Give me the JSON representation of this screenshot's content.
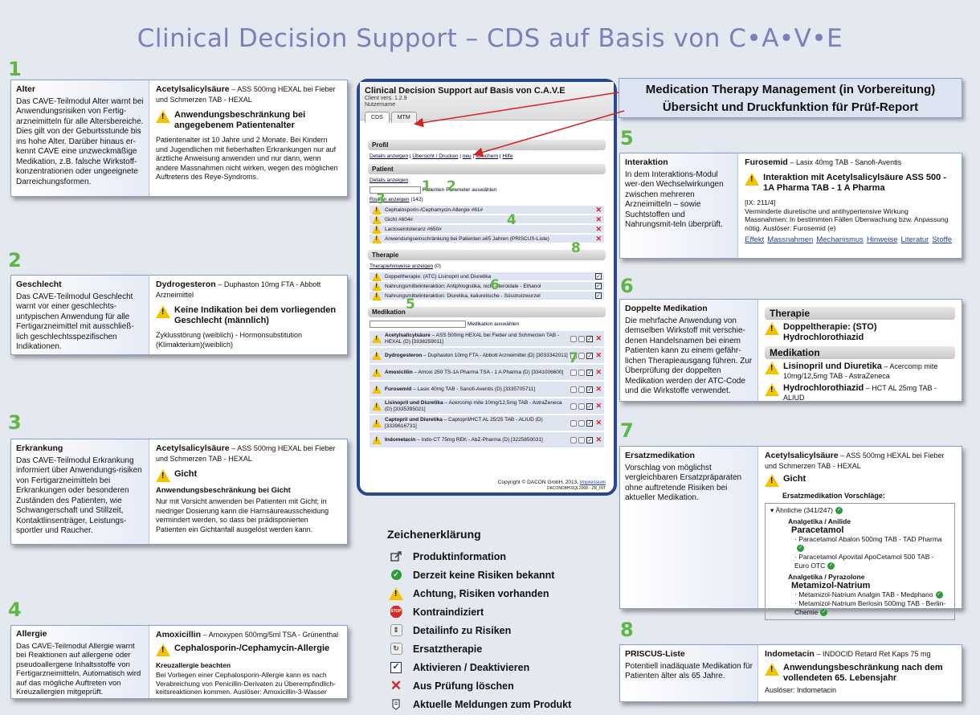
{
  "title": "Clinical Decision Support – CDS auf Basis von C•A•V•E",
  "panels": {
    "alter": {
      "num": "1",
      "title": "Alter",
      "desc": "Das CAVE-Teilmodul Alter warnt bei Anwendungsrisiken von Fertig-arzneimitteln für alle Altersbereiche. Dies gilt von der Geburtsstunde bis ins hohe Alter. Darüber hinaus er-kennt CAVE eine unzweckmäßige Medikation, z.B. falsche Wirkstoff-konzentrationen oder ungeeignete Darreichungsformen.",
      "drug": "Acetylsalicylsäure",
      "drugsub": "– ASS 500mg HEXAL bei Fieber und Schmerzen TAB - HEXAL",
      "warning": "Anwendungsbeschränkung bei angegebenem Patientenalter",
      "body": "Patientenalter ist 10 Jahre und 2 Monate. Bei Kindern und Jugendlichen mit fieberhaften Erkrankungen nur auf ärztliche Anweisung anwenden und nur dann, wenn andere Massnahmen nicht wirken, wegen des möglichen Auftretens des Reye-Syndroms."
    },
    "geschlecht": {
      "num": "2",
      "title": "Geschlecht",
      "desc": "Das CAVE-Teilmodul Geschlecht warnt vor einer geschlechts-untypischen Anwendung für alle Fertigarzneimittel mit ausschließ-lich geschlechtsspezifischen Indikationen.",
      "drug": "Dydrogesteron",
      "drugsub": "– Duphaston 10mg FTA - Abbott Arzneimittel",
      "warning": "Keine Indikation bei dem vorliegenden Geschlecht (männlich)",
      "body": "Zyklusstörung (weiblich) - Hormonsubstitution (Klimakterium)(weiblich)"
    },
    "erkrankung": {
      "num": "3",
      "title": "Erkrankung",
      "desc": "Das CAVE-Teilmodul Erkrankung informiert über Anwendungs-risiken von Fertigarzneimitteln bei Erkrankungen oder besonderen Zuständen des Patienten, wie Schwangerschaft und Stillzeit, Kontaktlinsenträger, Leistungs-sportler und Raucher.",
      "drug": "Acetylsalicylsäure",
      "drugsub": "– ASS 500mg HEXAL bei Fieber und Schmerzen TAB - HEXAL",
      "warning": "Gicht",
      "subhead": "Anwendungsbeschränkung bei Gicht",
      "body": "Nur mit Vorsicht anwenden bei Patienten mit Gicht; in niedriger Dosierung kann die Harnsäureausscheidung vermindert werden, so dass bei prädisponierten Patienten ein Gichtanfall ausgelöst werden kann."
    },
    "allergie": {
      "num": "4",
      "title": "Allergie",
      "desc": "Das CAVE-Teilmodul Allergie warnt bei Reaktionen auf allergene oder pseudoallergene Inhaltsstoffe von Fertigarzneimitteln. Automatisch wird auf das mögliche Auftreten von Kreuzallergien mitgeprüft.",
      "drug": "Amoxicillin",
      "drugsub": "– Amoxypen 500mg/5ml TSA - Grünenthal",
      "warning": "Cephalosporin-/Cephamycin-Allergie",
      "subhead": "Kreuzallergie beachten",
      "body": "Bei Vorliegen einer Cephalosporin-Allergie kann es nach Verabreichung von Penicillin-Derivaten zu Überempfindlich-keitsreaktionen kommen. Auslöser: Amoxicillin-3-Wasser"
    },
    "interaktion": {
      "num": "5",
      "title": "Interaktion",
      "desc": "In dem Interaktions-Modul wer-den Wechselwirkungen zwischen mehreren Arzneimitteln – sowie Suchtstoffen und Nahrungsmit-teln überprüft.",
      "drug": "Furosemid",
      "drugsub": "– Lasix 40mg TAB - Sanofi-Aventis",
      "warning": "Interaktion mit Acetylsalicylsäure ASS 500 - 1A Pharma TAB - 1 A Pharma",
      "body": "[IX: 211/4]\nVerminderte diuretische und antihypertensive Wirkung\nMassnahmen: In bestimmten Fällen Überwachung bzw. Anpassung nötig. Auslöser: Furosemid (e)",
      "links": [
        "Effekt",
        "Massnahmen",
        "Mechanismus",
        "Hinweise",
        "Literatur",
        "Stoffe"
      ]
    },
    "doppelt": {
      "num": "6",
      "title": "Doppelte Medikation",
      "desc": "Die mehrfache Anwendung von demselben Wirkstoff mit verschie-denen Handelsnamen bei einem Patienten kann zu einem gefähr-lichen Therapieausgang führen. Zur Überprüfung der doppelten Medikation werden der ATC-Code und die Wirkstoffe verwendet.",
      "bar1": "Therapie",
      "item1": "Doppeltherapie: (STO) Hydrochlorothiazid",
      "bar2": "Medikation",
      "item2a": "Lisinopril und Diuretika",
      "item2a_sub": "– Acercomp mite 10mg/12,5mg TAB - AstraZeneca",
      "item2b": "Hydrochlorothiazid",
      "item2b_sub": "– HCT AL 25mg TAB - ALIUD"
    },
    "ersatz": {
      "num": "7",
      "title": "Ersatzmedikation",
      "desc": "Vorschlag von möglichst vergleichbaren Ersatzpräparaten ohne auftretende Risiken bei aktueller Medikation.",
      "drug": "Acetylsalicylsäure",
      "drugsub": "– ASS 500mg HEXAL bei Fieber und Schmerzen TAB - HEXAL",
      "warning": "Gicht",
      "subhead": "Ersatzmedikation Vorschläge:",
      "similar": "Ähnliche (341/247)",
      "g1": "Analgetika / Anilide",
      "d1": "Paracetamol",
      "d1a": "Paracetamol Abalon 500mg TAB - TAD Pharma",
      "d1b": "Paracetamol Apovital ApoCetamol 500 TAB - Euro OTC",
      "g2": "Analgetika / Pyrazolone",
      "d2": "Metamizol-Natrium",
      "d2a": "Metamizol-Natrium Analgin TAB - Medphano",
      "d2b": "Metamizol-Natrium Berlosin 500mg TAB - Berlin-Chemie"
    },
    "priscus": {
      "num": "8",
      "title": "PRISCUS-Liste",
      "desc": "Potentiell inadäquate Medikation für Patienten älter als 65 Jahre.",
      "drug": "Indometacin",
      "drugsub": "– INDOCID Retard Ret Kaps 75 mg",
      "warning": "Anwendungsbeschränkung nach dem vollendeten 65. Lebensjahr",
      "body": "Auslöser: Indometacin"
    }
  },
  "mtm": {
    "line1": "Medication Therapy Management (in Vorbereitung)",
    "line2": "Übersicht und Druckfunktion für Prüf-Report"
  },
  "app": {
    "title": "Clinical Decision Support auf Basis von C.A.V.E",
    "version": "Client vers. 1.2.9",
    "user": "Nutzername",
    "tabs": [
      "CDS",
      "MTM"
    ],
    "sec_profil": "Profil",
    "profil_links": [
      "Details anzeigen",
      "Übersicht / Drucken",
      "neu",
      "speichern",
      "Hilfe"
    ],
    "sec_patient": "Patient",
    "patient_details": "Details anzeigen",
    "patient_param": "Patienten Parameter auswählen",
    "risiken": "Risiken anzeigen",
    "risiken_count": "(142)",
    "risks": [
      "Cephalosporin-/Cephamycin-Allergie #61#",
      "Gicht #604#",
      "Lactoseintoleranz #650#",
      "Anwendungseinschränkung bei Patienten ≥65 Jahren (PRISCUS-Liste)"
    ],
    "sec_therapie": "Therapie",
    "therapie_hinweise": "Therapiehinweise anzeigen",
    "therapie_count": "(0)",
    "therapies": [
      "Doppeltherapie: (ATC) Lisinopril und Diuretika",
      "Nahrungsmittelinteraktion: Antiphlogistika, nicht-steroidale - Ethanol",
      "Nahrungsmittelinteraktion: Diuretika, kaliuretische - Süssholzwurzel"
    ],
    "sec_medikation": "Medikation",
    "med_select": "Medikation auswählen",
    "meds": [
      {
        "name": "Acetylsalicylsäure",
        "rest": "– ASS 500mg HEXAL bei Fieber und Schmerzen TAB - HEXAL (D) [3338259011]"
      },
      {
        "name": "Dydrogesteron",
        "rest": "– Duphaston 10mg FTA - Abbott Arzneimittel (D) [3033342011]"
      },
      {
        "name": "Amoxicillin",
        "rest": "– Amoxi 250 TS-1A Pharma TSA - 1 A Pharma (D) [3341006600]"
      },
      {
        "name": "Furosemid",
        "rest": "– Lasix 40mg TAB - Sanofi-Aventis (D) [3335705711]"
      },
      {
        "name": "Lisinopril und Diuretika",
        "rest": "– Acercomp mite 10mg/12,5mg TAB - AstraZeneca (D) [3335395021]"
      },
      {
        "name": "Captopril und Diuretika",
        "rest": "– Captopril/HCT AL 25/25 TAB - ALIUD (D) [3339616731]"
      },
      {
        "name": "Indometacin",
        "rest": "– Indo-CT 75mg REK - AbZ-Pharma (D) [3225850031]"
      }
    ],
    "copyright": "Copyright © DACON GmbH, 2013,",
    "impressum": "Impressum",
    "footer_small": "DACONDBH\\SQL2008 - ZR_INT",
    "callouts": [
      "1",
      "2",
      "3",
      "4",
      "5",
      "6",
      "7",
      "8"
    ]
  },
  "legend": {
    "heading": "Zeichenerklärung",
    "items": [
      "Produktinformation",
      "Derzeit keine Risiken bekannt",
      "Achtung, Risiken vorhanden",
      "Kontraindiziert",
      "Detailinfo zu Risiken",
      "Ersatztherapie",
      "Aktivieren / Deaktivieren",
      "Aus Prüfung löschen",
      "Aktuelle Meldungen zum Produkt"
    ],
    "icons": [
      "external-link-icon",
      "check-circle-icon",
      "warning-icon",
      "stop-sign-icon",
      "detail-info-icon",
      "replace-therapy-icon",
      "checkbox-icon",
      "delete-x-icon",
      "news-icon"
    ]
  },
  "colors": {
    "title": "#7a80b8",
    "number": "#5fb546",
    "frame": "#2a4794",
    "warning": "#f3c300",
    "delete": "#d32424"
  }
}
